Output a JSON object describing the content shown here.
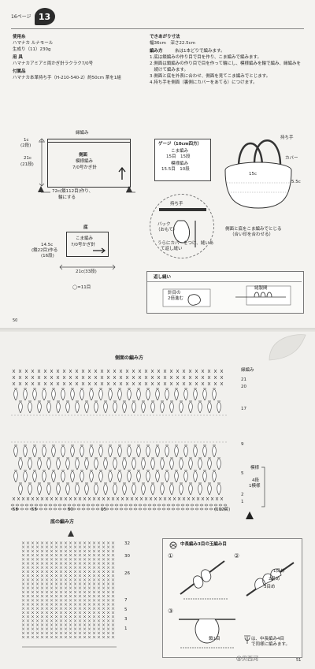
{
  "page1": {
    "header": {
      "ref": "16ページ",
      "number": "13"
    },
    "materials": {
      "yarn_title": "使用糸",
      "yarn_name": "ハマナカ ルナモール",
      "yarn_color": "生成り（11）230g",
      "tool_title": "用 具",
      "tool_line": "ハマナカアミアミ両かぎ針ラクラク7/0号",
      "parts_title": "付属品",
      "parts_line": "ハマナカ本革持ち手（H-210-540-2）約50cm 茶を1組"
    },
    "finished": {
      "title": "できあがり寸法",
      "size": "幅36cm　深さ22.5cm",
      "method_title": "編み方",
      "method_note": "糸は1本どりで編みます。",
      "steps": [
        "1.底は鎖編みの作り目で目を作り、こま編みで編みます。",
        "2.側面は鎖編みの作り目で目を作って輪にし、模様編みを輪で編み、縁編みを",
        "　続けて編みます。",
        "3.側面と底を外表に合わせ、側面を見てこま編みでとじます。",
        "4.持ち手を側面（裏側にカバーをあてる）につけます。"
      ]
    },
    "side_diagram": {
      "edge_label": "縁編み",
      "title": "側面",
      "pattern": "模様編み",
      "hook": "7/0号かぎ針",
      "height_top": "1c",
      "height_top_rows": "(2段)",
      "height_main": "21c",
      "height_main_rows": "(21段)",
      "width": "72c(鎖112目)作り、",
      "width_note": "輪にする"
    },
    "bottom_diagram": {
      "title": "底",
      "pattern": "こま編み",
      "hook": "7/0号かぎ針",
      "height": "14.5c",
      "height_rows": "(鎖22目)作る",
      "height_rows2": "(16段)",
      "width": "21c(33段)",
      "legend": "◯=11目"
    },
    "gauge": {
      "title": "ゲージ（10cm四方）",
      "line1_label": "こま編み",
      "line1": "15目　15段",
      "line2_label": "模様編み",
      "line2": "15.5目　10段"
    },
    "bag": {
      "handle": "持ち手",
      "cover": "カバー",
      "dim1": "15c",
      "dim2": "5.5c",
      "note1": "側面と底をこま編みでとじる",
      "note2": "（合い印を合わせる）"
    },
    "handle_detail": {
      "handle": "持ち手",
      "back": "バック",
      "back2": "（おもて）",
      "note1": "うらにカバーをつけ、縫いあ",
      "note2": "て返し縫い"
    },
    "stitch_box": {
      "title": "返し縫い",
      "note1": "針目の",
      "note2": "2倍進む",
      "needle": "縫製間"
    },
    "page_number": "50"
  },
  "page2": {
    "side_chart": {
      "title": "側面の編み方",
      "right_labels": [
        "縁編み",
        "21",
        "20",
        "17",
        "9",
        "5",
        "2",
        "1"
      ],
      "pattern_label_1": "4段",
      "pattern_label_2": "1模様",
      "pattern_label_3": "模様",
      "bottom_labels": [
        "58",
        "55",
        "50",
        "15"
      ],
      "count_label": "(112目)"
    },
    "bottom_chart": {
      "title": "底の編み方",
      "right_labels": [
        "32",
        "30",
        "26",
        "7",
        "5",
        "3",
        "1"
      ]
    },
    "technique": {
      "title": "中長編み3目の玉編み目",
      "steps": [
        "①",
        "②",
        "③"
      ],
      "labels_2": [
        "1目め",
        "2目め",
        "3目め"
      ],
      "label_3a": "鎖1目",
      "label_3b": "は、中長編み4目",
      "label_3c": "で同様に編みます。"
    },
    "page_number": "51",
    "watermark": "@贝西河"
  }
}
